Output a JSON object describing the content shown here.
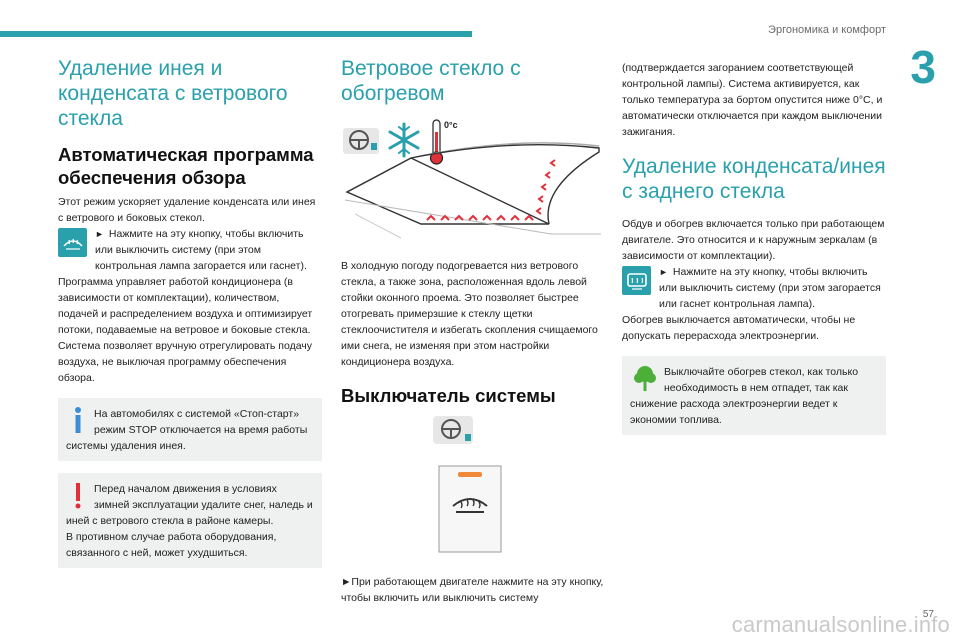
{
  "header": {
    "section_title": "Эргономика и комфорт",
    "chapter_number": "3",
    "page_number": "57"
  },
  "watermark": "carmanualsonline.info",
  "col1": {
    "heading": "Удаление инея и конденсата с ветрового стекла",
    "subheading": "Автоматическая программа обеспечения обзора",
    "intro": "Этот режим ускоряет удаление конденсата или инея с ветрового и боковых стекол.",
    "step_text": "Нажмите на эту кнопку, чтобы включить или выключить систему (при этом контрольная лампа загорается или гаснет).",
    "body": "Программа управляет работой кондиционера (в зависимости от комплектации), количеством, подачей и распределением воздуха и оптимизирует потоки, подаваемые на ветровое и боковые стекла. Система позволяет вручную отрегулировать подачу воздуха, не выключая программу обеспечения обзора.",
    "info_note": "На автомобилях с системой «Стоп-старт» режим STOP отключается на время работы системы удаления инея.",
    "warning_note_1": "Перед началом движения в условиях зимней эксплуатации удалите снег, наледь и иней с ветрового стекла в районе камеры.",
    "warning_note_2": "В противном случае работа оборудования, связанного с ней, может ухудшиться."
  },
  "col2": {
    "heading": "Ветровое стекло с обогревом",
    "temp_label": "0°c",
    "body": "В холодную погоду подогревается низ ветрового стекла, а также зона, расположенная вдоль левой стойки оконного проема. Это позволяет быстрее отогревать примерзшие к стеклу щетки стеклоочистителя и избегать скопления счищаемого ими снега, не изменяя при этом настройки кондиционера воздуха.",
    "subheading": "Выключатель системы",
    "step_text": "При работающем двигателе нажмите на эту кнопку, чтобы включить или выключить систему"
  },
  "col3": {
    "continuation": "(подтверждается загоранием соответствующей контрольной лампы). Система активируется, как только температура за бортом опустится ниже 0°C, и автоматически отключается при каждом выключении зажигания.",
    "heading": "Удаление конденсата/инея с заднего стекла",
    "body1": "Обдув и обогрев включается только при работающем двигателе. Это относится и к наружным зеркалам (в зависимости от комплектации).",
    "step_text": "Нажмите на эту кнопку, чтобы включить или выключить систему (при этом загорается или гаснет контрольная лампа).",
    "body2": "Обогрев выключается автоматически, чтобы не допускать перерасхода электроэнергии.",
    "eco_note": "Выключайте обогрев стекол, как только необходимость в нем отпадет, так как снижение расхода электроэнергии ведет к экономии топлива."
  },
  "colors": {
    "accent": "#2aa0ad",
    "heat_red": "#e0303a",
    "info_blue": "#3b8ed6",
    "warning_red": "#e0303a",
    "eco_green": "#4caf3a",
    "note_bg": "#eff0f0"
  },
  "icons": [
    "windscreen-demist-icon",
    "info-icon",
    "warning-icon",
    "steering-wheel-icon",
    "snowflake-icon",
    "thermometer-icon",
    "heated-windscreen-button-icon",
    "rear-demist-icon",
    "eco-tree-icon"
  ]
}
